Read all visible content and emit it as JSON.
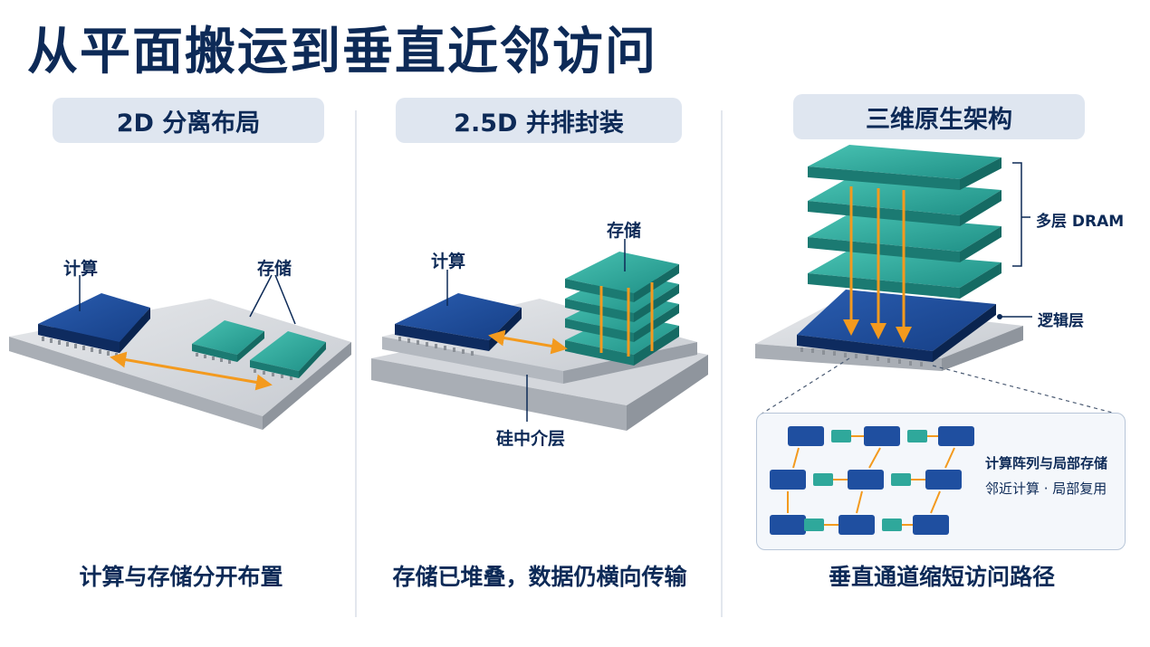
{
  "title": "从平面搬运到垂直近邻访问",
  "panels": [
    {
      "header": "2D 分离布局",
      "labels": {
        "compute": "计算",
        "memory": "存储"
      },
      "caption": "计算与存储分开布置"
    },
    {
      "header": "2.5D 并排封装",
      "labels": {
        "compute": "计算",
        "memory": "存储",
        "interposer": "硅中介层"
      },
      "caption": "存储已堆叠，数据仍横向传输"
    },
    {
      "header": "三维原生架构",
      "labels": {
        "dram": "多层 DRAM",
        "logic": "逻辑层"
      },
      "inset": {
        "line1": "计算阵列与局部存储",
        "line2": "邻近计算 · 局部复用"
      },
      "caption": "垂直通道缩短访问路径"
    }
  ],
  "colors": {
    "title": "#0d2a57",
    "compute_chip": "#1f4fa0",
    "memory_chip": "#2fa89b",
    "arrow": "#f39a1e",
    "substrate": "#c9cdd3",
    "pill": "#dfe6f0"
  }
}
